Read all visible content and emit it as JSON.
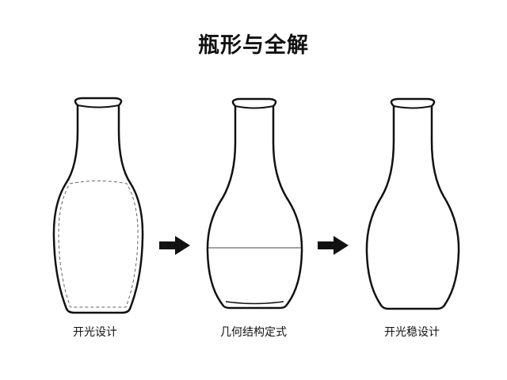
{
  "title": "瓶形与全解",
  "stages": [
    {
      "caption": "开光设计"
    },
    {
      "caption": "几何结构定式"
    },
    {
      "caption": "开光稳设计"
    }
  ],
  "icons": {
    "arrow_1": "right-arrow-icon",
    "arrow_2": "right-arrow-icon"
  },
  "colors": {
    "stroke": "#111111",
    "dashed_line": "#666666",
    "background": "#ffffff"
  }
}
